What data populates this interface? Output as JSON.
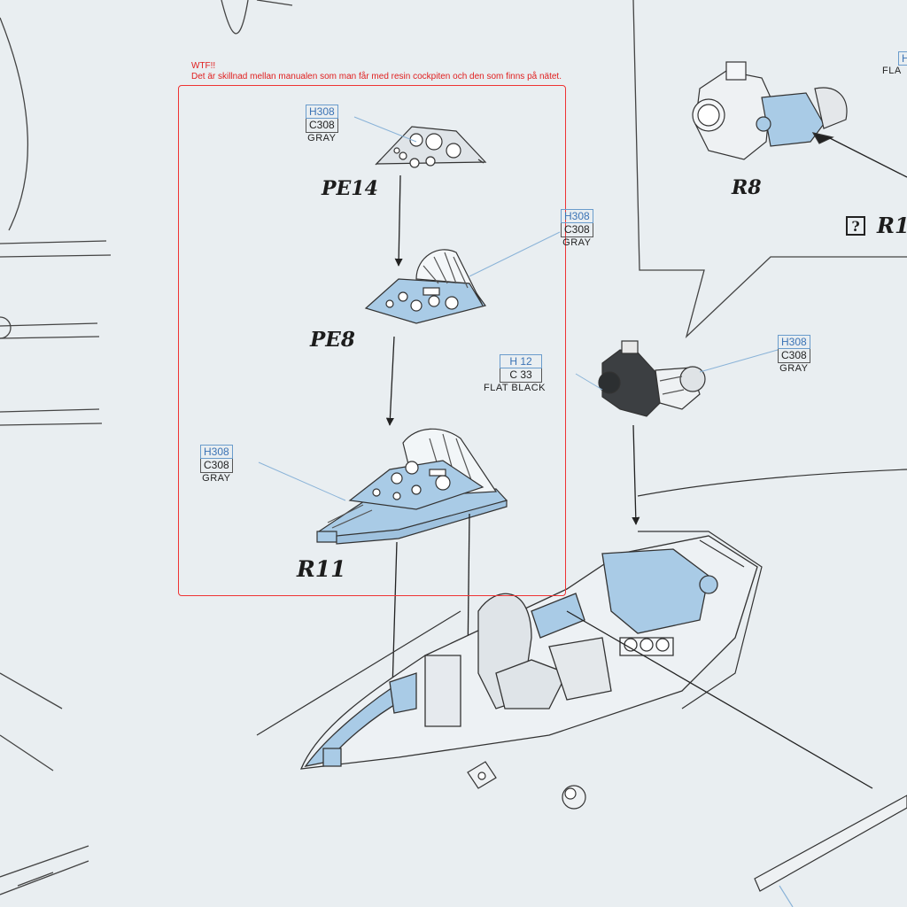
{
  "note": {
    "line1": "WTF!!",
    "line2": "Det är skillnad mellan manualen som man får med resin cockpiten och den som finns på nätet."
  },
  "parts": {
    "pe14": "PE14",
    "pe8": "PE8",
    "r11": "R11",
    "r8": "R8",
    "r1_partial": "R1",
    "question_mark": "?"
  },
  "paint_codes": {
    "pe14": {
      "h": "H308",
      "c": "C308",
      "name": "GRAY"
    },
    "pe8": {
      "h": "H308",
      "c": "C308",
      "name": "GRAY"
    },
    "r11": {
      "h": "H308",
      "c": "C308",
      "name": "GRAY"
    },
    "seat_black": {
      "h": "H 12",
      "c": "C 33",
      "name": "FLAT BLACK"
    },
    "seat_gray": {
      "h": "H308",
      "c": "C308",
      "name": "GRAY"
    },
    "top_right_partial": {
      "h": "H",
      "name": "FLA"
    }
  },
  "colors": {
    "part_fill_blue": "#a9cbe6",
    "highlight_red": "#ef3333",
    "paper": "#e9eef1"
  }
}
